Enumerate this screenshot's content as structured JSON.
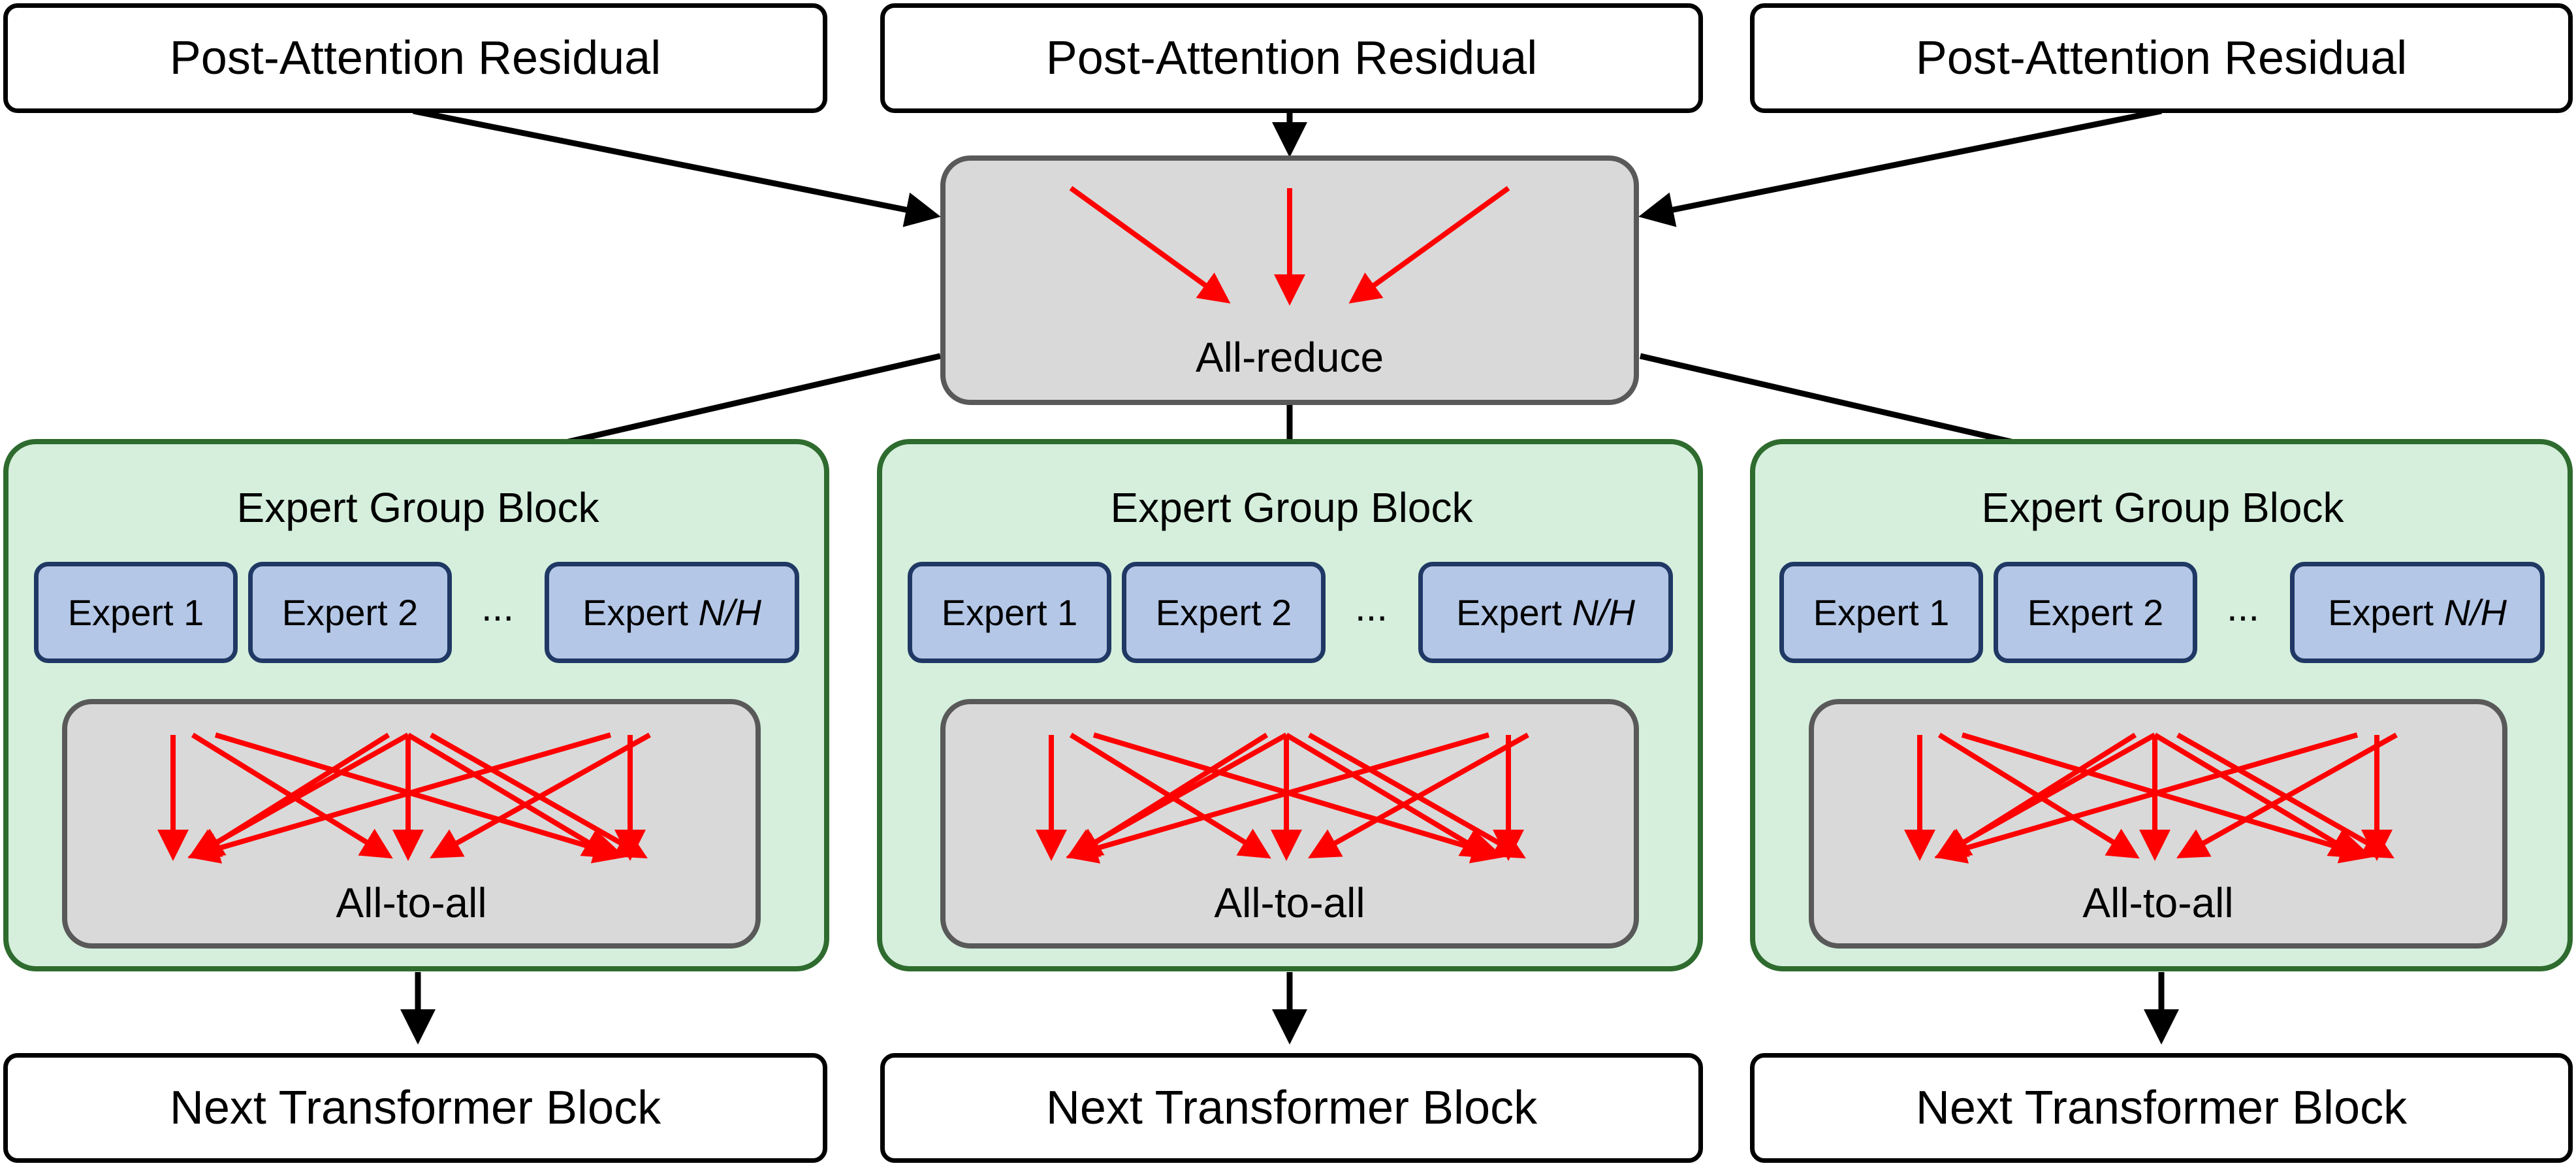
{
  "colors": {
    "black_arrow": "#000000",
    "red_arrow": "#ff0000",
    "reduce_fill": "#d9d9d9",
    "group_fill": "#d5efdc",
    "group_border": "#2e6b2e",
    "expert_fill": "#b4c7e7",
    "expert_border": "#1f3864"
  },
  "inputs": [
    {
      "label": "Post-Attention Residual"
    },
    {
      "label": "Post-Attention Residual"
    },
    {
      "label": "Post-Attention Residual"
    }
  ],
  "all_reduce": {
    "label": "All-reduce"
  },
  "groups": [
    {
      "title": "Expert Group Block",
      "experts": [
        {
          "prefix": "Expert",
          "suffix": "1"
        },
        {
          "prefix": "Expert",
          "suffix": "2"
        },
        {
          "prefix": "Expert",
          "suffix": "N/H"
        }
      ],
      "ellipsis": "...",
      "all_to_all": {
        "label": "All-to-all"
      }
    },
    {
      "title": "Expert Group Block",
      "experts": [
        {
          "prefix": "Expert",
          "suffix": "1"
        },
        {
          "prefix": "Expert",
          "suffix": "2"
        },
        {
          "prefix": "Expert",
          "suffix": "N/H"
        }
      ],
      "ellipsis": "...",
      "all_to_all": {
        "label": "All-to-all"
      }
    },
    {
      "title": "Expert Group Block",
      "experts": [
        {
          "prefix": "Expert",
          "suffix": "1"
        },
        {
          "prefix": "Expert",
          "suffix": "2"
        },
        {
          "prefix": "Expert",
          "suffix": "N/H"
        }
      ],
      "ellipsis": "...",
      "all_to_all": {
        "label": "All-to-all"
      }
    }
  ],
  "outputs": [
    {
      "label": "Next Transformer Block"
    },
    {
      "label": "Next Transformer Block"
    },
    {
      "label": "Next Transformer Block"
    }
  ]
}
